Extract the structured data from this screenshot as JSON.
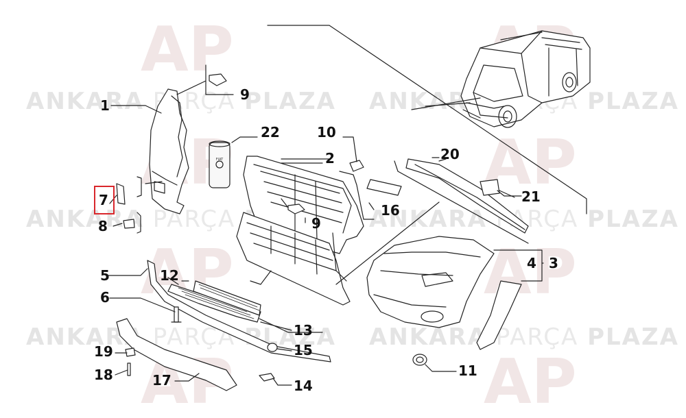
{
  "watermark": {
    "word1": "ANKARA",
    "word2": "PARÇA",
    "word3": "PLAZA",
    "logo": "AP"
  },
  "callouts": [
    "1",
    "2",
    "3",
    "4",
    "5",
    "6",
    "7",
    "8",
    "9",
    "9",
    "10",
    "11",
    "12",
    "13",
    "14",
    "15",
    "16",
    "17",
    "18",
    "19",
    "20",
    "21",
    "22"
  ],
  "highlight": {
    "label": "7",
    "color": "#d9262b"
  },
  "part_label": "FIAT"
}
